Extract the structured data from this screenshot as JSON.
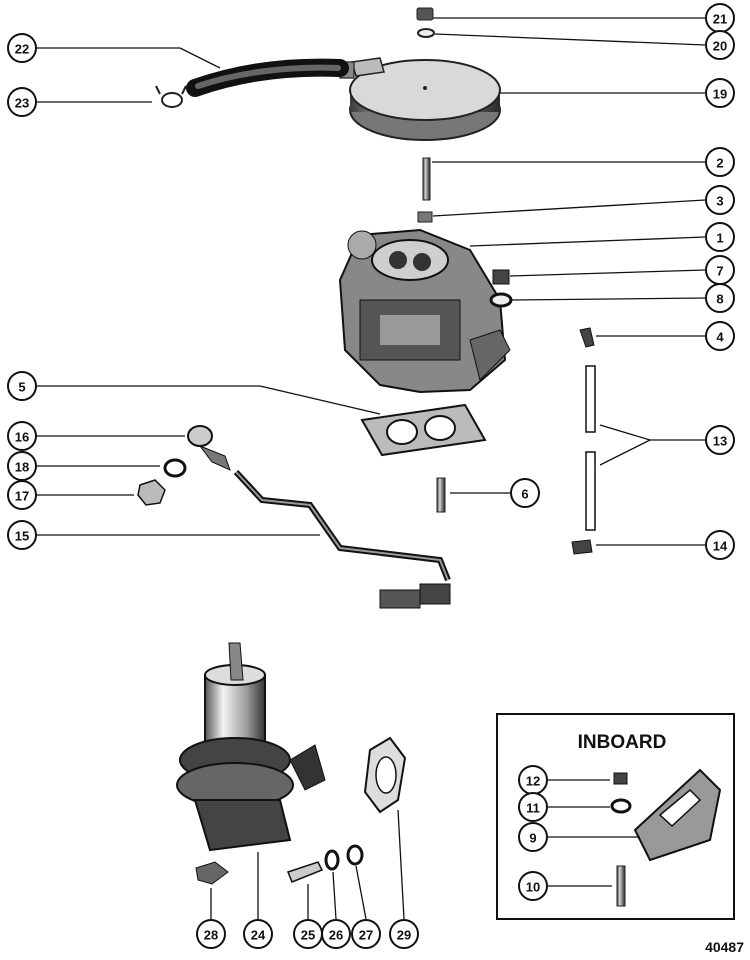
{
  "diagram": {
    "inset_title": "INBOARD",
    "drawing_number": "40487",
    "callouts": [
      {
        "label": "21"
      },
      {
        "label": "20"
      },
      {
        "label": "22"
      },
      {
        "label": "19"
      },
      {
        "label": "23"
      },
      {
        "label": "2"
      },
      {
        "label": "3"
      },
      {
        "label": "1"
      },
      {
        "label": "7"
      },
      {
        "label": "8"
      },
      {
        "label": "4"
      },
      {
        "label": "5"
      },
      {
        "label": "13"
      },
      {
        "label": "16"
      },
      {
        "label": "18"
      },
      {
        "label": "6"
      },
      {
        "label": "17"
      },
      {
        "label": "15"
      },
      {
        "label": "14"
      },
      {
        "label": "12"
      },
      {
        "label": "11"
      },
      {
        "label": "9"
      },
      {
        "label": "10"
      },
      {
        "label": "28"
      },
      {
        "label": "24"
      },
      {
        "label": "25"
      },
      {
        "label": "26"
      },
      {
        "label": "27"
      },
      {
        "label": "29"
      }
    ]
  },
  "colors": {
    "ink": "#111111",
    "metal": "#9a9a9a",
    "metal_dark": "#3a3a3a",
    "background": "#ffffff"
  }
}
